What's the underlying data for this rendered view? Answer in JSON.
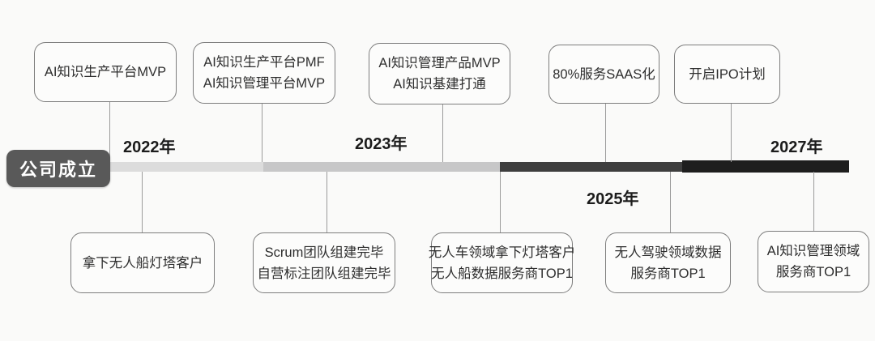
{
  "timeline": {
    "origin_label": "公司成立",
    "years": [
      {
        "label": "2022年",
        "position": "above-bar"
      },
      {
        "label": "2023年",
        "position": "above-bar"
      },
      {
        "label": "2025年",
        "position": "below-bar"
      },
      {
        "label": "2027年",
        "position": "above-bar"
      }
    ],
    "segments": [
      {
        "name": "segment-1",
        "color": "#dcdcdc"
      },
      {
        "name": "segment-2",
        "color": "#c7c7c8"
      },
      {
        "name": "segment-3",
        "color": "#3e3e3e"
      },
      {
        "name": "segment-4",
        "color": "#1e1e1e"
      }
    ]
  },
  "milestones_top": [
    {
      "lines": [
        "AI知识生产平台MVP"
      ]
    },
    {
      "lines": [
        "AI知识生产平台PMF",
        "AI知识管理平台MVP"
      ]
    },
    {
      "lines": [
        "AI知识管理产品MVP",
        "AI知识基建打通"
      ]
    },
    {
      "lines": [
        "80%服务SAAS化"
      ]
    },
    {
      "lines": [
        "开启IPO计划"
      ]
    }
  ],
  "milestones_bottom": [
    {
      "lines": [
        "拿下无人船灯塔客户"
      ]
    },
    {
      "lines": [
        "Scrum团队组建完毕",
        "自营标注团队组建完毕"
      ]
    },
    {
      "lines": [
        "无人车领域拿下灯塔客户",
        "无人船数据服务商TOP1"
      ]
    },
    {
      "lines": [
        "无人驾驶领域数据",
        "服务商TOP1"
      ]
    },
    {
      "lines": [
        "AI知识管理领域服务商TOP1"
      ]
    }
  ],
  "colors": {
    "background": "#fafaf9",
    "origin_badge": "#595959",
    "box_border": "#7d7d7d",
    "connector": "#9b9b9b",
    "year_text": "#1c1c1c"
  }
}
